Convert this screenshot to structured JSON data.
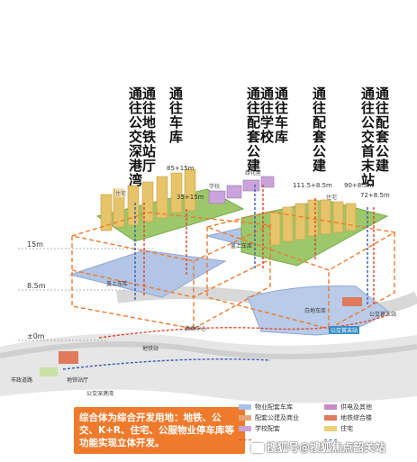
{
  "connectors": [
    {
      "id": "metro",
      "label": "通往公交深港湾 通往地铁站厅"
    },
    {
      "id": "garage",
      "label": "通往车库"
    },
    {
      "id": "school",
      "label": "通往配套公建 通往学校"
    },
    {
      "id": "garage2",
      "label": "通往车库"
    },
    {
      "id": "facility",
      "label": "通往配套公建"
    },
    {
      "id": "bus",
      "label": "通往公交首末站 通往配套公建"
    }
  ],
  "vertical_labels": [
    "通往公交深港湾",
    "通往地铁站厅",
    "通往车库",
    "通往配套公建",
    "通往学校",
    "通往车库",
    "通往配套公建",
    "通往公交首末站",
    "通往配套公建"
  ],
  "levels": {
    "top": "15m",
    "mid": "8.5m",
    "ground": "±0m"
  },
  "elevation_tags": [
    "85+15m",
    "35+15m",
    "111.5+8.5m",
    "90+8.5m",
    "72+8.5m"
  ],
  "zone_labels": {
    "residential_left": "住宅",
    "school": "学校",
    "green_roof": "绿化屋",
    "upper_garage": "盖上车库",
    "upper_garage2": "盖上车库",
    "residential_right": "住宅",
    "white_garage": "白地车库",
    "hub_label": "换乘中心",
    "metro_hall": "地铁站厅",
    "bus_station": "公交首末站",
    "bus_deep_bay": "公交深港湾",
    "metro_station": "地铁站",
    "road_left": "市政道路",
    "station_tag": "公交首末站"
  },
  "callout": "综合体为综合开发用地：地铁、公交、K+R、住宅、公服物业停车库等功能实现立体开发。",
  "legend": [
    {
      "label": "物业配套车库",
      "color": "#a9c1e6",
      "kind": "swatch"
    },
    {
      "label": "供电及其他",
      "color": "#c98bc7",
      "kind": "swatch"
    },
    {
      "label": "配套公建及商业",
      "color": "#e9a37c",
      "kind": "swatch"
    },
    {
      "label": "地铁综合楼",
      "color": "#e07a5c",
      "kind": "swatch"
    },
    {
      "label": "学校配套",
      "color": "#c9a3d9",
      "kind": "swatch"
    },
    {
      "label": "住宅",
      "color": "#e9d17a",
      "kind": "swatch"
    },
    {
      "label": "",
      "color": "#e0462a",
      "kind": "line"
    },
    {
      "label": "",
      "color": "#3a5db5",
      "kind": "line"
    }
  ],
  "watermark": "搜狐号@搜狐焦点韶关站",
  "colors": {
    "orange": "#ef7a2c",
    "red_dash": "#e0462a",
    "blue_dash": "#3a5db5",
    "garage": "#a9c1e6",
    "green": "#8cbf5a",
    "building": "#e8c96b"
  }
}
